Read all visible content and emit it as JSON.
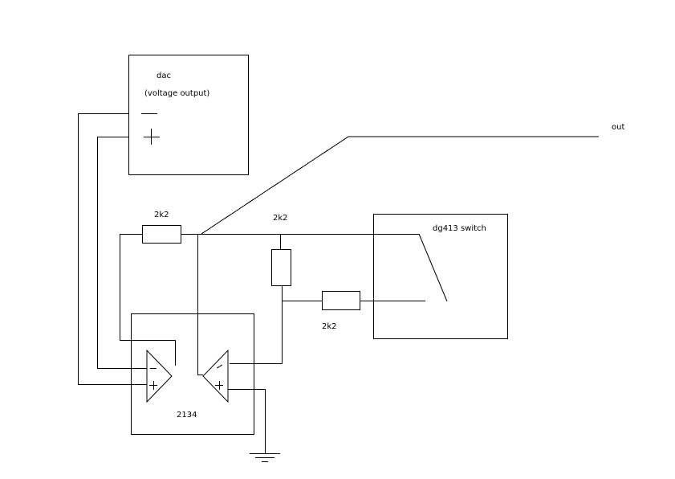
{
  "blocks": {
    "dac_title": "dac",
    "dac_subtitle": "(voltage output)",
    "switch_title": "dg413 switch",
    "opamp_chip": "2134"
  },
  "resistors": {
    "r_feedback": "2k2",
    "r_vertical": "2k2",
    "r_horizontal": "2k2"
  },
  "nets": {
    "output": "out"
  },
  "symbols": {
    "minus": "−",
    "plus": "+"
  }
}
